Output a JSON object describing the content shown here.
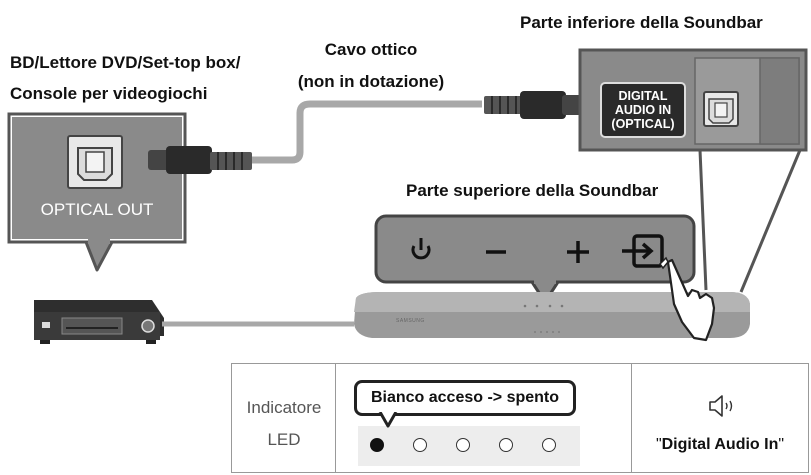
{
  "labels": {
    "source_line1": "BD/Lettore DVD/Set-top box/",
    "source_line2": "Console per videogiochi",
    "cable_line1": "Cavo ottico",
    "cable_line2": "(non in dotazione)",
    "soundbar_bottom": "Parte inferiore della Soundbar",
    "soundbar_top": "Parte superiore della Soundbar",
    "optical_out": "OPTICAL OUT",
    "digital_audio_in_line1": "DIGITAL",
    "digital_audio_in_line2": "AUDIO IN",
    "digital_audio_in_line3": "(OPTICAL)",
    "soundbar_brand": "SAMSUNG"
  },
  "buttons": {
    "power_icon": "power-icon",
    "minus": "–",
    "plus": "+",
    "source_icon": "source-input-icon"
  },
  "table": {
    "indicator_line1": "Indicatore",
    "indicator_line2": "LED",
    "callout": "Bianco acceso -> spento",
    "led_states": [
      "on",
      "off",
      "off",
      "off",
      "off"
    ],
    "mode_quote_open": "\"",
    "mode_name": "Digital Audio In",
    "mode_quote_close": "\"",
    "speaker_icon": "speaker-sound-icon"
  },
  "colors": {
    "panel_gray": "#8a8a8a",
    "cable_gray": "#a8a8a8",
    "dark": "#2a2a2a"
  }
}
